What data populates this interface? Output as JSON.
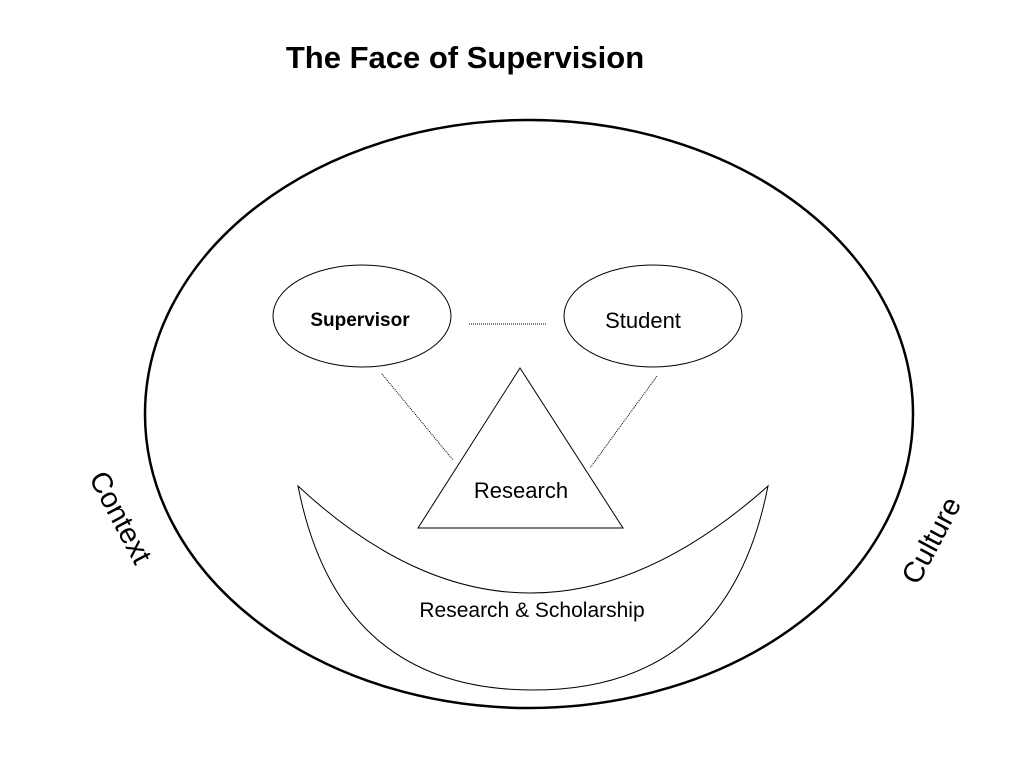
{
  "title": "The Face of Supervision",
  "nodes": {
    "supervisor": "Supervisor",
    "student": "Student",
    "research": "Research",
    "mouth": "Research & Scholarship"
  },
  "side_labels": {
    "left": "Context",
    "right": "Culture"
  },
  "colors": {
    "stroke": "#000000",
    "background": "#ffffff"
  }
}
